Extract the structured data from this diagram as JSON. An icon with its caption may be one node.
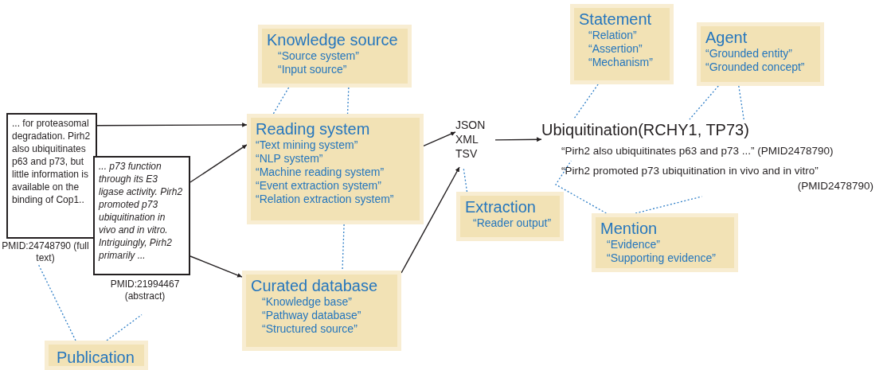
{
  "diagram": {
    "nodes": [
      {
        "text": [
          "... for proteasomal degradation. Pirh2 also ubiquitinates p63 and p73, but little information is available on the binding of Cop1.."
        ],
        "beside": [
          "PMID:24748790 (full text)"
        ]
      },
      {
        "text": [
          "... p73 function through its E3 ligase activity. Pirh2 promoted p73 ubiquitination in vivo and in vitro. Intriguingly, Pirh2 primarily ..."
        ],
        "beside": [
          "PMID:21994467 (abstract)"
        ]
      },
      {
        "text": [
          "Publication"
        ]
      },
      {
        "text": [
          "Knowledge source",
          "“Source system”",
          "“Input source”"
        ]
      },
      {
        "text": [
          "Reading system",
          "“Text mining system”",
          "“NLP system”",
          "“Machine reading system”",
          "“Event extraction system”",
          "“Relation extraction system”"
        ]
      },
      {
        "text": [
          "Curated database",
          "“Knowledge base”",
          "“Pathway database”",
          "“Structured source”"
        ]
      },
      {
        "text": [
          "JSON",
          "XML",
          "TSV"
        ]
      },
      {
        "text": [
          "Extraction",
          "“Reader output”"
        ]
      },
      {
        "text": [
          "Ubiquitination(RCHY1, TP73)"
        ]
      },
      {
        "text": [
          "“Pirh2 also ubiquitinates p63 and p73 ...” (PMID2478790)"
        ]
      },
      {
        "text": [
          "“Pirh2 promoted p73 ubiquitination in vivo and in vitro” (PMID2478790)"
        ]
      },
      {
        "text": [
          "Statement",
          "“Relation”",
          "“Assertion”",
          "“Mechanism”"
        ]
      },
      {
        "text": [
          "Agent",
          "“Grounded entity”",
          "“Grounded concept”"
        ]
      },
      {
        "text": [
          "Mention",
          "“Evidence”",
          "“Supporting evidence”"
        ]
      }
    ],
    "edges": [
      {
        "from": 0,
        "to": 4,
        "arrow": "to",
        "color": "#231f20"
      },
      {
        "from": 1,
        "to": 4,
        "arrow": "to",
        "color": "#231f20"
      },
      {
        "from": 1,
        "to": 5,
        "arrow": "to",
        "color": "#231f20"
      },
      {
        "from": 4,
        "to": 6,
        "arrow": "to",
        "color": "#231f20"
      },
      {
        "from": 5,
        "to": 6,
        "arrow": "to",
        "color": "#231f20"
      },
      {
        "from": 6,
        "to": 8,
        "arrow": "to",
        "color": "#231f20"
      },
      {
        "from": 2,
        "to": 0,
        "arrow": "none",
        "style": "dashed"
      },
      {
        "from": 2,
        "to": 1,
        "arrow": "none",
        "style": "dashed"
      },
      {
        "from": 3,
        "to": 4,
        "arrow": "none",
        "style": "dashed"
      },
      {
        "from": 3,
        "to": 4,
        "arrow": "none",
        "style": "dashed"
      },
      {
        "from": 4,
        "to": 5,
        "arrow": "none",
        "style": "dashed"
      },
      {
        "from": 7,
        "to": 6,
        "arrow": "none",
        "style": "dashed"
      },
      {
        "from": 11,
        "to": 8,
        "arrow": "none",
        "style": "dashed"
      },
      {
        "from": 12,
        "to": 8,
        "arrow": "none",
        "style": "dashed"
      },
      {
        "from": 12,
        "to": 8,
        "arrow": "none",
        "style": "dashed"
      },
      {
        "from": 13,
        "to": 9,
        "arrow": "none",
        "style": "dashed"
      },
      {
        "from": 13,
        "to": 10,
        "arrow": "none",
        "style": "dashed"
      }
    ]
  }
}
